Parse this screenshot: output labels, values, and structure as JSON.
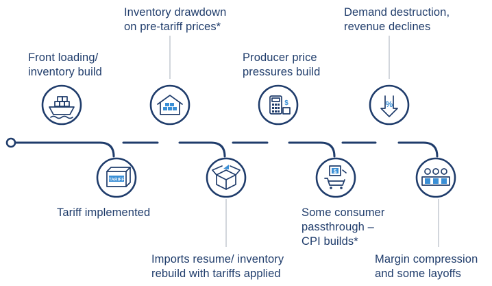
{
  "colors": {
    "primary": "#1f3c6b",
    "accent": "#3a8fd6",
    "connector": "#b9c0c8"
  },
  "steps": [
    {
      "label": "Front loading/\ninventory build",
      "icon": "cargo-ship-icon"
    },
    {
      "label": "Tariff implemented",
      "icon": "tariff-box-icon"
    },
    {
      "label": "Inventory drawdown\non pre-tariff prices*",
      "icon": "warehouse-icon"
    },
    {
      "label": "Imports resume/ inventory\nrebuild with tariffs applied",
      "icon": "open-box-icon"
    },
    {
      "label": "Producer price\npressures build",
      "icon": "calculator-icon"
    },
    {
      "label": "Some consumer\npassthrough –\nCPI builds*",
      "icon": "shopping-cart-icon"
    },
    {
      "label": "Demand destruction,\nrevenue declines",
      "icon": "percent-down-arrow-icon"
    },
    {
      "label": "Margin compression\nand some layoffs",
      "icon": "people-group-icon"
    }
  ]
}
